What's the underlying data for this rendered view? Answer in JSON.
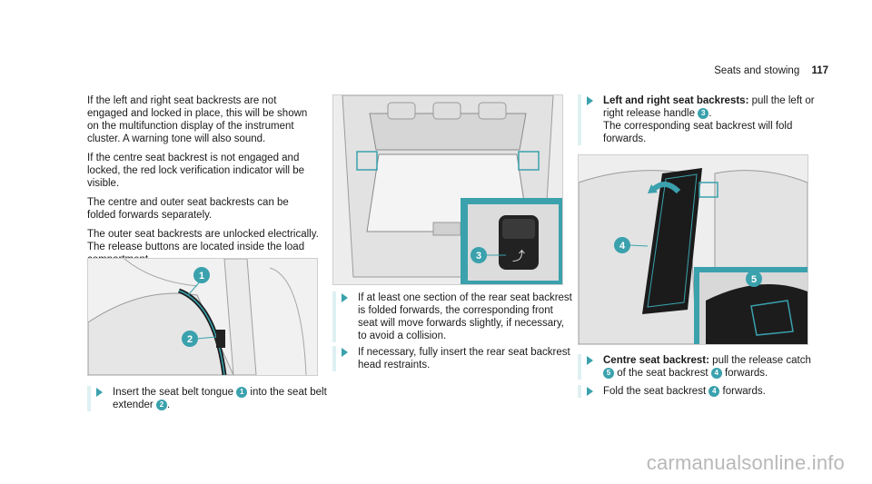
{
  "header": {
    "section": "Seats and stowing",
    "page_number": "117"
  },
  "col1": {
    "paragraphs": [
      "If the left and right seat backrests are not engaged and locked in place, this will be shown on the multifunction display of the instrument cluster. A warning tone will also sound.",
      "If the centre seat backrest is not engaged and locked, the red lock verification indicator will be visible.",
      "The centre and outer seat backrests can be folded forwards separately.",
      "The outer seat backrests are unlocked electrically. The release buttons are located inside the load compartment."
    ],
    "step": {
      "before": "Insert the seat belt tongue ",
      "c1": "1",
      "middle": " into the seat belt extender ",
      "c2": "2",
      "after": "."
    }
  },
  "col2": {
    "steps": [
      "If at least one section of the rear seat backrest is folded forwards, the corresponding front seat will move forwards slightly, if necessary, to avoid a collision.",
      "If necessary, fully insert the rear seat backrest head restraints."
    ]
  },
  "col3": {
    "step1": {
      "bold": "Left and right seat backrests:",
      "before": " pull the left or right release handle ",
      "c": "3",
      "after": ".",
      "line2": "The corresponding seat backrest will fold forwards."
    },
    "step2": {
      "bold": "Centre seat backrest:",
      "before": " pull the release catch ",
      "c1": "5",
      "middle": " of the seat backrest ",
      "c2": "4",
      "after": " forwards."
    },
    "step3": {
      "before": "Fold the seat backrest ",
      "c": "4",
      "after": " forwards."
    }
  },
  "callouts": {
    "one": "1",
    "two": "2",
    "three": "3",
    "four": "4",
    "five": "5"
  },
  "watermark": "carmanualsonline.info",
  "colors": {
    "accent": "#3aa1ad",
    "accent_light": "#dff0f2"
  }
}
